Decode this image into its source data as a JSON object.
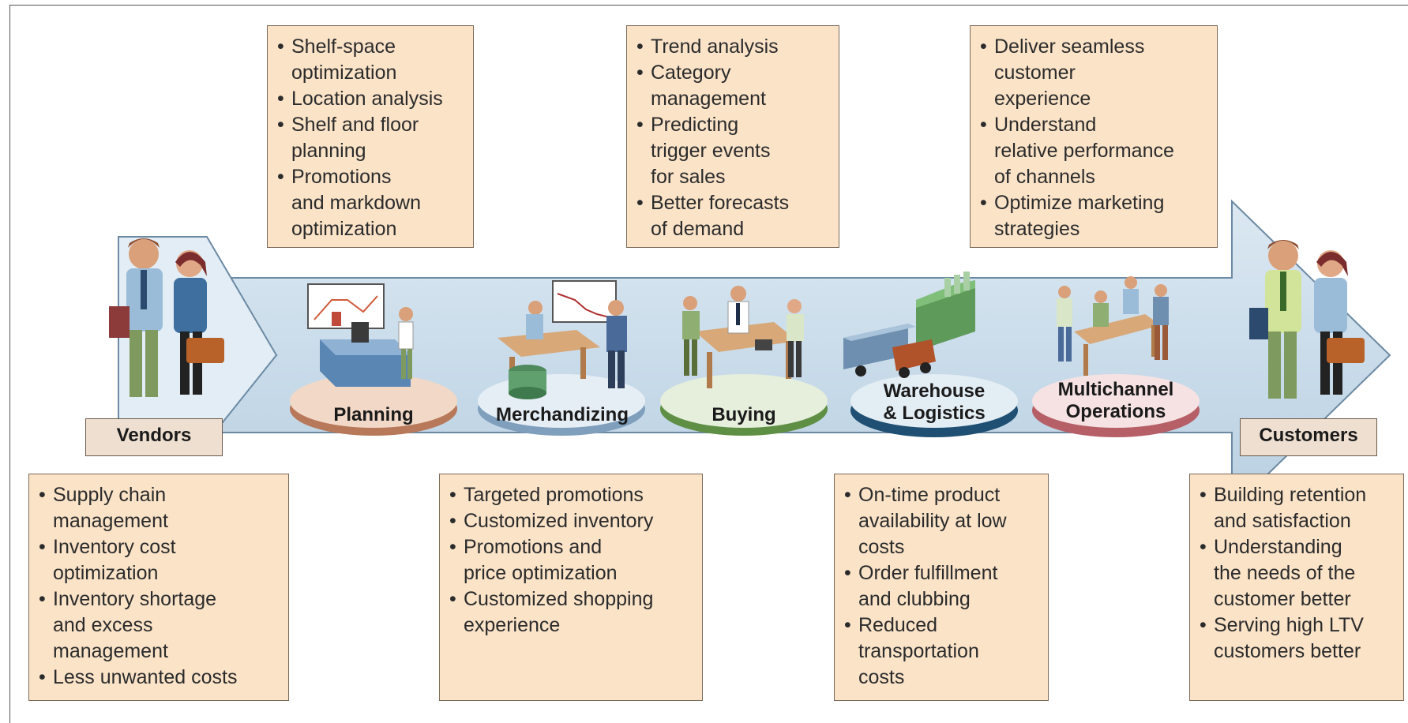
{
  "stages": {
    "vendors": "Vendors",
    "planning": "Planning",
    "merchandizing": "Merchandizing",
    "buying": "Buying",
    "warehouse_line1": "Warehouse",
    "warehouse_line2": "& Logistics",
    "multichannel_line1": "Multichannel",
    "multichannel_line2": "Operations",
    "customers": "Customers"
  },
  "top_boxes": {
    "planning": [
      "Shelf-space",
      "optimization",
      "Location analysis",
      "Shelf and floor",
      "planning",
      "Promotions",
      "and markdown",
      "optimization"
    ],
    "buying": [
      "Trend analysis",
      "Category",
      "management",
      "Predicting",
      "trigger events",
      "for sales",
      "Better forecasts",
      "of demand"
    ],
    "multichannel": [
      "Deliver seamless",
      "customer",
      "experience",
      "Understand",
      "relative performance",
      "of channels",
      "Optimize marketing",
      "strategies"
    ]
  },
  "bottom_boxes": {
    "vendors": [
      "Supply chain",
      "management",
      "Inventory cost",
      "optimization",
      "Inventory shortage",
      "and excess",
      "management",
      "Less unwanted costs"
    ],
    "merchandizing": [
      "Targeted promotions",
      "Customized inventory",
      "Promotions and",
      "price optimization",
      "Customized shopping",
      "experience"
    ],
    "logistics": [
      "On-time product",
      "availability at low",
      "costs",
      "Order fulfillment",
      "and clubbing",
      "Reduced",
      "transportation",
      "costs"
    ],
    "customers": [
      "Building retention",
      "and satisfaction",
      "Understanding",
      "the needs of the",
      "customer better",
      "Serving high LTV",
      "customers better"
    ]
  },
  "colors": {
    "box_fill": "#fbe3c8",
    "arrow_fill": "#c9dbe8",
    "planning_disc": "#d79a78",
    "merch_disc": "#a9c3d8",
    "buying_disc": "#7ea55e",
    "warehouse_disc": "#3f6f8f",
    "multichannel_disc": "#d88e92"
  }
}
